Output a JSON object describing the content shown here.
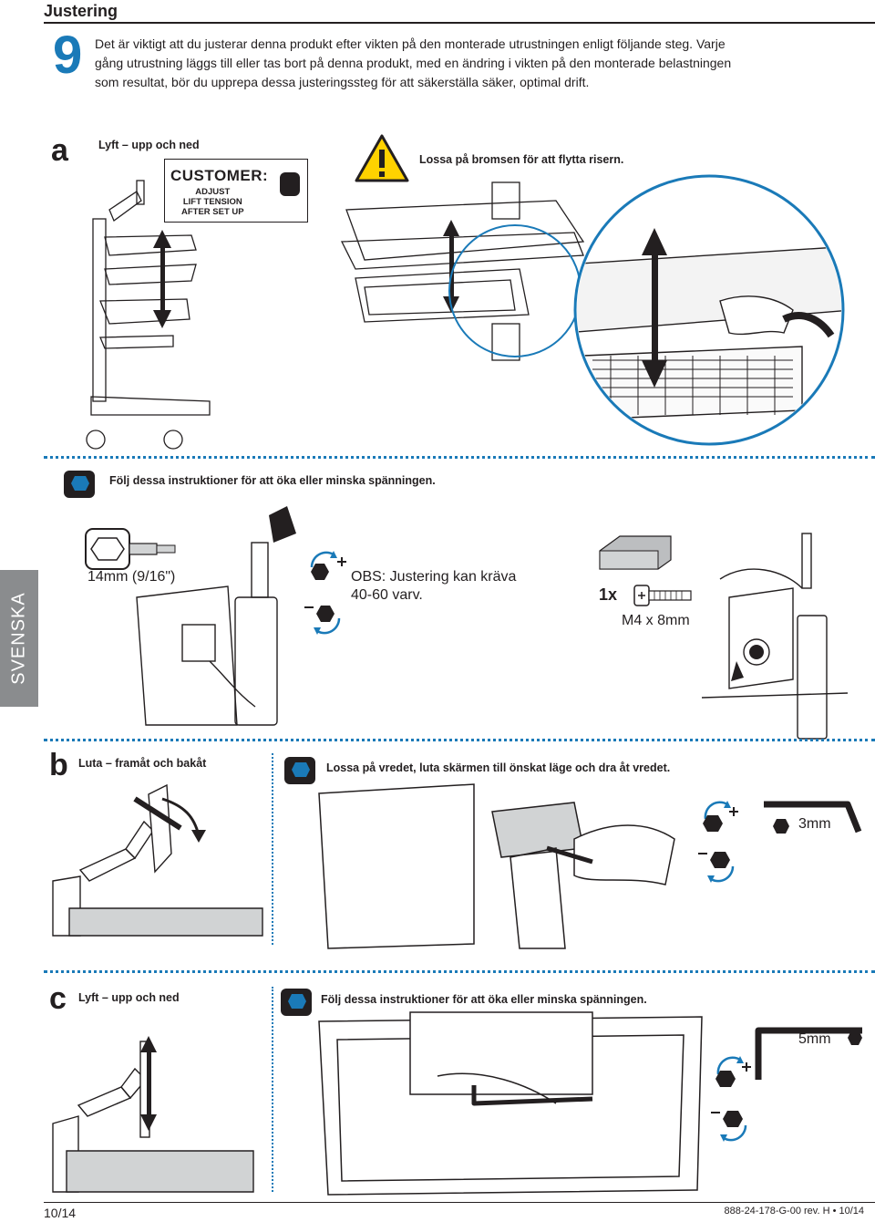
{
  "header": {
    "title": "Justering"
  },
  "step": {
    "number": "9",
    "intro": "Det är viktigt att du justerar denna produkt efter vikten på den monterade utrustningen enligt följande steg. Varje gång utrustning läggs till eller tas bort på denna produkt, med en ändring i vikten på den monterade belastningen som resultat, bör du upprepa dessa justeringssteg för att säkerställa säker, optimal drift."
  },
  "section_a": {
    "letter": "a",
    "caption": "Lyft – upp och ned",
    "label_title": "CUSTOMER:",
    "label_lines": [
      "ADJUST",
      "LIFT TENSION",
      "AFTER SET UP"
    ],
    "warning_text": "Lossa på bromsen för att flytta risern.",
    "tool_note": "Följ dessa instruktioner för att öka eller minska spänningen.",
    "socket_size": "14mm (9/16\")",
    "obs_text": "OBS: Justering kan kräva 40-60 varv.",
    "screw_qty": "1x",
    "screw_size": "M4 x 8mm"
  },
  "section_b": {
    "letter": "b",
    "caption": "Luta – framåt och bakåt",
    "instruction": "Lossa på vredet, luta skärmen till önskat läge och dra åt vredet.",
    "hex_size": "3mm"
  },
  "section_c": {
    "letter": "c",
    "caption": "Lyft – upp och ned",
    "instruction": "Följ dessa instruktioner för att öka eller minska spänningen.",
    "hex_size": "5mm"
  },
  "side_tab": "SVENSKA",
  "footer": {
    "page": "10/14",
    "doc_id": "888-24-178-G-00 rev. H • 10/14"
  },
  "colors": {
    "accent": "#1a7ab8",
    "tab": "#8a8c8e",
    "warning": "#ffd200",
    "ink": "#231f20"
  }
}
